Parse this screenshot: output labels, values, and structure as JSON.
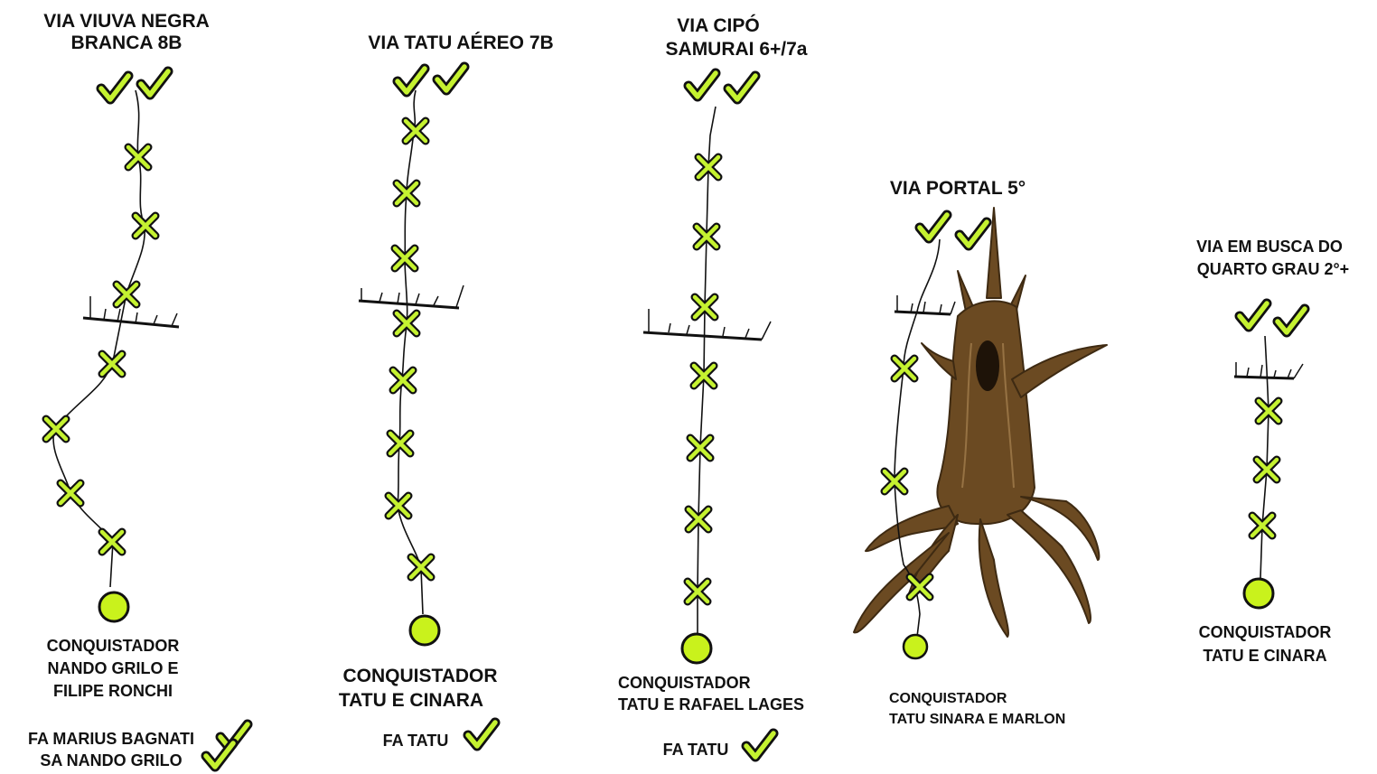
{
  "colors": {
    "bolt": "#c5f230",
    "outline": "#111111",
    "anchor": "#c9f21c",
    "tree": "#6b4a22"
  },
  "routes": [
    {
      "name_line1": "VIA VIUVA NEGRA",
      "name_line2": "BRANCA 8B",
      "credits": [
        "CONQUISTADOR",
        "NANDO GRILO E",
        "FILIPE RONCHI"
      ],
      "fa": [
        "FA MARIUS BAGNATI",
        "SA NANDO GRILO"
      ]
    },
    {
      "name_line1": "VIA TATU AÉREO  7B",
      "name_line2": "",
      "credits": [
        "CONQUISTADOR",
        "TATU E CINARA"
      ],
      "fa": [
        "FA TATU"
      ]
    },
    {
      "name_line1": "VIA CIPÓ",
      "name_line2": "SAMURAI  6+/7a",
      "credits": [
        "CONQUISTADOR",
        "TATU E RAFAEL LAGES"
      ],
      "fa": [
        "FA TATU"
      ]
    },
    {
      "name_line1": "VIA PORTAL 5°",
      "name_line2": "",
      "credits": [
        "CONQUISTADOR",
        "TATU SINARA E MARLON"
      ],
      "fa": []
    },
    {
      "name_line1": "VIA EM BUSCA DO",
      "name_line2": "QUARTO GRAU 2°+",
      "credits": [
        "CONQUISTADOR",
        "TATU E  CINARA"
      ],
      "fa": []
    }
  ],
  "icons": [
    "check-icon",
    "bolt-x-icon",
    "anchor-circle-icon",
    "ledge-icon",
    "tree-illustration"
  ]
}
